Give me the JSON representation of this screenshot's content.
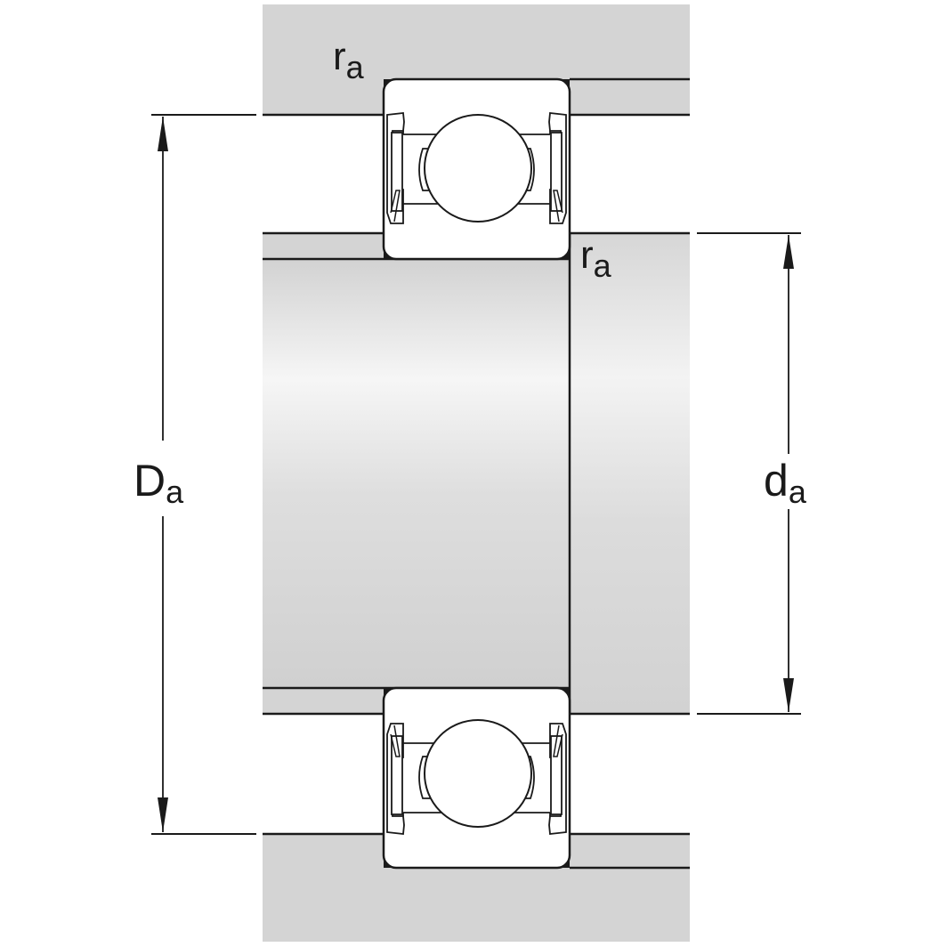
{
  "diagram": {
    "type": "bearing-abutment-dimensions",
    "colors": {
      "background": "#ffffff",
      "housing_fill": "#d4d4d4",
      "shaft_gradient_light": "#f4f4f4",
      "shaft_gradient_dark": "#cfcfcf",
      "line": "#1a1a1a",
      "bearing_fill": "#ffffff"
    },
    "labels": {
      "Da": {
        "main": "D",
        "sub": "a",
        "meaning": "housing abutment diameter"
      },
      "da": {
        "main": "d",
        "sub": "a",
        "meaning": "shaft abutment diameter"
      },
      "ra_top": {
        "main": "r",
        "sub": "a"
      },
      "ra_shaft": {
        "main": "r",
        "sub": "a"
      }
    },
    "components": [
      "housing",
      "shaft",
      "upper-bearing-section",
      "lower-bearing-section",
      "Da-dimension-arrow",
      "da-dimension-arrow"
    ]
  }
}
